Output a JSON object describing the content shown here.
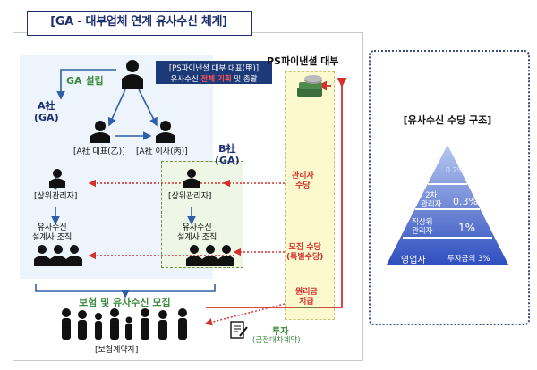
{
  "title": "[GA - 대부업체 연계 유사수신 체계]",
  "ga_setup": "GA 설립",
  "a_corp": "A社\n(GA)",
  "b_corp": "B社\n(GA)",
  "a_rep": "[A社 대표(乙)]",
  "a_director": "[A社 이사(丙)]",
  "ps_caption_line1": "[PS파이낸셜 대부 대표(甲)]",
  "ps_caption_line2_a": "유사수신 ",
  "ps_caption_line2_b": "전체 기획",
  "ps_caption_line2_c": " 및 총괄",
  "ps_label": "PS파이낸셜 대부",
  "upper_manager_a": "[상위관리자]",
  "upper_manager_b": "[상위관리자]",
  "planner_org_a": "유사수신\n설계사 조직",
  "planner_org_b": "유사수신\n설계사 조직",
  "manager_fee": "관리자\n수당",
  "recruit_fee": "모집 수당\n(특별수당)",
  "principal_interest": "원리금\n지급",
  "recruit_caption": "보험 및 유사수신 모집",
  "insured": "[보험계약자]",
  "invest": "투자",
  "invest_sub": "(금전대차계약)",
  "pyramid": {
    "title": "[유사수신 수당 구조]",
    "levels": [
      {
        "label": "",
        "pct": "0.2%"
      },
      {
        "label": "2차\n관리자",
        "pct": "0.3%"
      },
      {
        "label": "직상위\n관리자",
        "pct": "1%"
      },
      {
        "label": "영업자",
        "pct": "투자금의 3%"
      }
    ]
  }
}
